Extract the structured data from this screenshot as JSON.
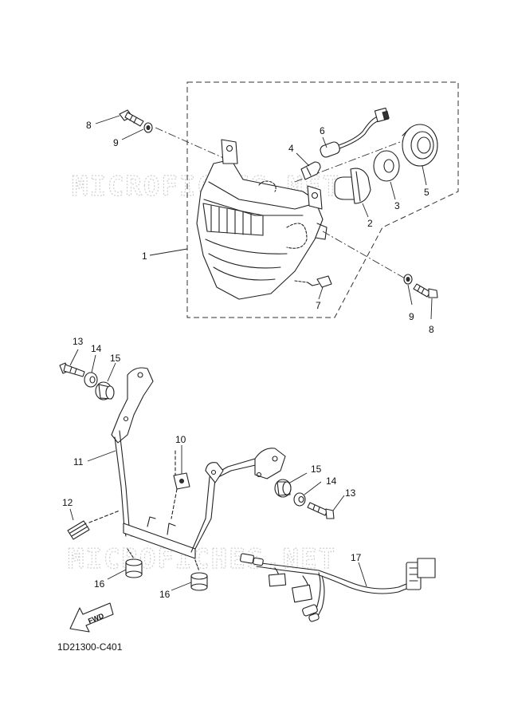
{
  "diagram_code": "1D21300-C401",
  "watermark": "MICROFICHES.NET",
  "direction_label": "FWD",
  "callouts": {
    "c1": "1",
    "c2": "2",
    "c3": "3",
    "c4": "4",
    "c5": "5",
    "c6": "6",
    "c7": "7",
    "c8a": "8",
    "c9a": "9",
    "c8b": "8",
    "c9b": "9",
    "c10": "10",
    "c11": "11",
    "c12": "12",
    "c13a": "13",
    "c14a": "14",
    "c15a": "15",
    "c13b": "13",
    "c14b": "14",
    "c15b": "15",
    "c16a": "16",
    "c16b": "16",
    "c17": "17"
  }
}
